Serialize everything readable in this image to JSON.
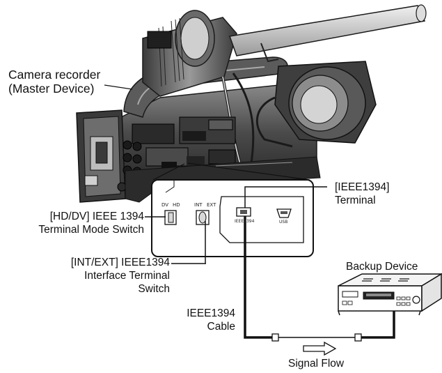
{
  "labels": {
    "camera_recorder": [
      "Camera recorder",
      "(Master Device)"
    ],
    "ieee_terminal": [
      "[IEEE1394]",
      "Terminal"
    ],
    "mode_switch": [
      "[HD/DV] IEEE 1394",
      "Terminal Mode Switch"
    ],
    "int_ext_switch": [
      "[INT/EXT] IEEE1394",
      "Interface Terminal",
      "Switch"
    ],
    "backup_device": "Backup Device",
    "cable": [
      "IEEE1394",
      "Cable"
    ],
    "signal_flow": "Signal Flow"
  },
  "panel_markings": {
    "dv": "DV",
    "hd": "HD",
    "int": "INT",
    "ext": "EXT",
    "ieee1394": "IEEE1394",
    "usb": "USB"
  }
}
